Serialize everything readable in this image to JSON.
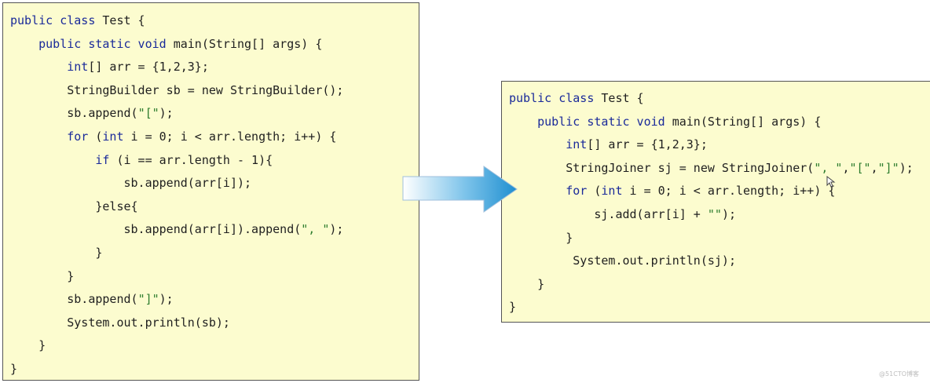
{
  "left_code": {
    "lines": [
      [
        {
          "t": "public class",
          "c": "kw"
        },
        {
          "t": " Test {",
          "c": ""
        }
      ],
      [
        {
          "t": "    "
        },
        {
          "t": "public static void",
          "c": "kw"
        },
        {
          "t": " main(String[] args) {"
        }
      ],
      [
        {
          "t": "        "
        },
        {
          "t": "int",
          "c": "kw"
        },
        {
          "t": "[] arr = {1,2,3};"
        }
      ],
      [
        {
          "t": "        StringBuilder sb = new StringBuilder();"
        }
      ],
      [
        {
          "t": "        sb.append("
        },
        {
          "t": "\"[\"",
          "c": "str"
        },
        {
          "t": ");"
        }
      ],
      [
        {
          "t": "        "
        },
        {
          "t": "for",
          "c": "kw"
        },
        {
          "t": " ("
        },
        {
          "t": "int",
          "c": "kw"
        },
        {
          "t": " i = 0; i < arr.length; i++) {"
        }
      ],
      [
        {
          "t": "            "
        },
        {
          "t": "if",
          "c": "kw"
        },
        {
          "t": " (i == arr.length - 1){"
        }
      ],
      [
        {
          "t": "                sb.append(arr[i]);"
        }
      ],
      [
        {
          "t": "            }else{"
        }
      ],
      [
        {
          "t": "                sb.append(arr[i]).append("
        },
        {
          "t": "\", \"",
          "c": "str"
        },
        {
          "t": ");"
        }
      ],
      [
        {
          "t": "            }"
        }
      ],
      [
        {
          "t": "        }"
        }
      ],
      [
        {
          "t": "        sb.append("
        },
        {
          "t": "\"]\"",
          "c": "str"
        },
        {
          "t": ");"
        }
      ],
      [
        {
          "t": "        System.out.println(sb);"
        }
      ],
      [
        {
          "t": "    }"
        }
      ],
      [
        {
          "t": "}"
        }
      ]
    ]
  },
  "right_code": {
    "lines": [
      [
        {
          "t": "public class",
          "c": "kw"
        },
        {
          "t": " Test {"
        }
      ],
      [
        {
          "t": "    "
        },
        {
          "t": "public static void",
          "c": "kw"
        },
        {
          "t": " main(String[] args) {"
        }
      ],
      [
        {
          "t": "        "
        },
        {
          "t": "int",
          "c": "kw"
        },
        {
          "t": "[] arr = {1,2,3};"
        }
      ],
      [
        {
          "t": "        StringJoiner sj = new StringJoiner("
        },
        {
          "t": "\", \"",
          "c": "str"
        },
        {
          "t": ","
        },
        {
          "t": "\"[\"",
          "c": "str"
        },
        {
          "t": ","
        },
        {
          "t": "\"]\"",
          "c": "str"
        },
        {
          "t": ");"
        }
      ],
      [
        {
          "t": "        "
        },
        {
          "t": "for",
          "c": "kw"
        },
        {
          "t": " ("
        },
        {
          "t": "int",
          "c": "kw"
        },
        {
          "t": " i = 0; i < arr.length; i++) {"
        }
      ],
      [
        {
          "t": "            sj.add(arr[i] + "
        },
        {
          "t": "\"\"",
          "c": "str"
        },
        {
          "t": ");"
        }
      ],
      [
        {
          "t": "        }"
        }
      ],
      [
        {
          "t": "         System.out.println(sj);"
        }
      ],
      [
        {
          "t": "    }"
        }
      ],
      [
        {
          "t": "}"
        }
      ]
    ]
  },
  "watermark": "@51CTO博客",
  "colors": {
    "box_background": "#fcfccf",
    "keyword": "#1a2a9a",
    "string": "#2e7d2e",
    "arrow_dark": "#1f8fd0",
    "arrow_light": "#ffffff"
  },
  "icons": {
    "arrow": "right-arrow-icon",
    "cursor": "mouse-cursor-icon"
  }
}
